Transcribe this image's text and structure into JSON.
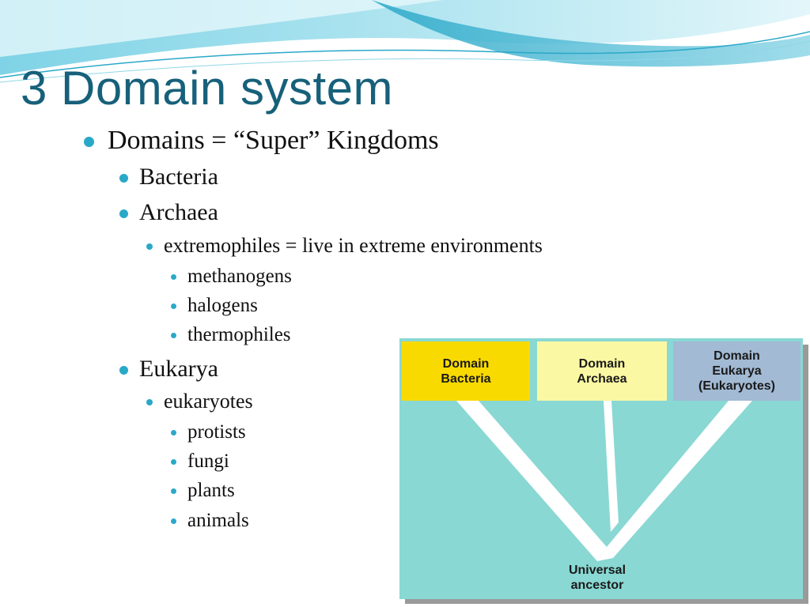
{
  "slide": {
    "title": "3 Domain system",
    "bullets": {
      "domains": "Domains = “Super” Kingdoms",
      "bacteria": "Bacteria",
      "archaea": "Archaea",
      "extremophiles": "extremophiles = live in extreme environments",
      "methanogens": "methanogens",
      "halogens": "halogens",
      "thermophiles": "thermophiles",
      "eukarya": "Eukarya",
      "eukaryotes": "eukaryotes",
      "protists": "protists",
      "fungi": "fungi",
      "plants": "plants",
      "animals": "animals"
    }
  },
  "tree": {
    "bacteria": {
      "line1": "Domain",
      "line2": "Bacteria"
    },
    "archaea": {
      "line1": "Domain",
      "line2": "Archaea"
    },
    "eukarya": {
      "line1": "Domain",
      "line2": "Eukarya",
      "line3": "(Eukaryotes)"
    },
    "ancestor": {
      "line1": "Universal",
      "line2": "ancestor"
    }
  },
  "colors": {
    "title": "#17607a",
    "bullet": "#2aa8c8",
    "tree_background": "#89d8d3",
    "bacteria": "#f9da00",
    "archaea": "#fbf8a3",
    "eukarya": "#a2bad4",
    "banner": "#5fc0d8"
  }
}
